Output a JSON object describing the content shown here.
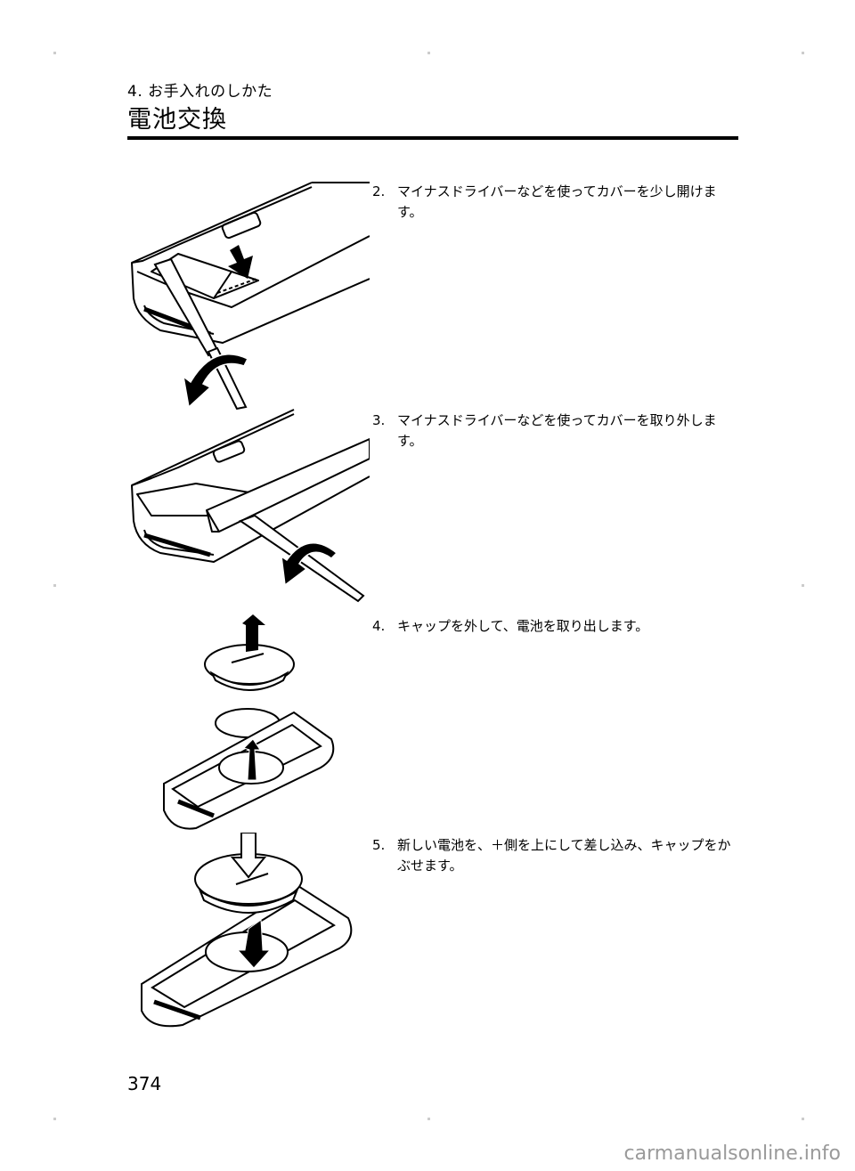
{
  "header": {
    "section": "4. お手入れのしかた",
    "title": "電池交換"
  },
  "steps": [
    {
      "num": "2.",
      "text": "マイナスドライバーなどを使ってカバーを少し開けます。"
    },
    {
      "num": "3.",
      "text": "マイナスドライバーなどを使ってカバーを取り外します。"
    },
    {
      "num": "4.",
      "text": "キャップを外して、電池を取り出します。"
    },
    {
      "num": "5.",
      "text": "新しい電池を、＋側を上にして差し込み、キャップをかぶせます。"
    }
  ],
  "page_number": "374",
  "watermark": "carmanualsonline.info"
}
